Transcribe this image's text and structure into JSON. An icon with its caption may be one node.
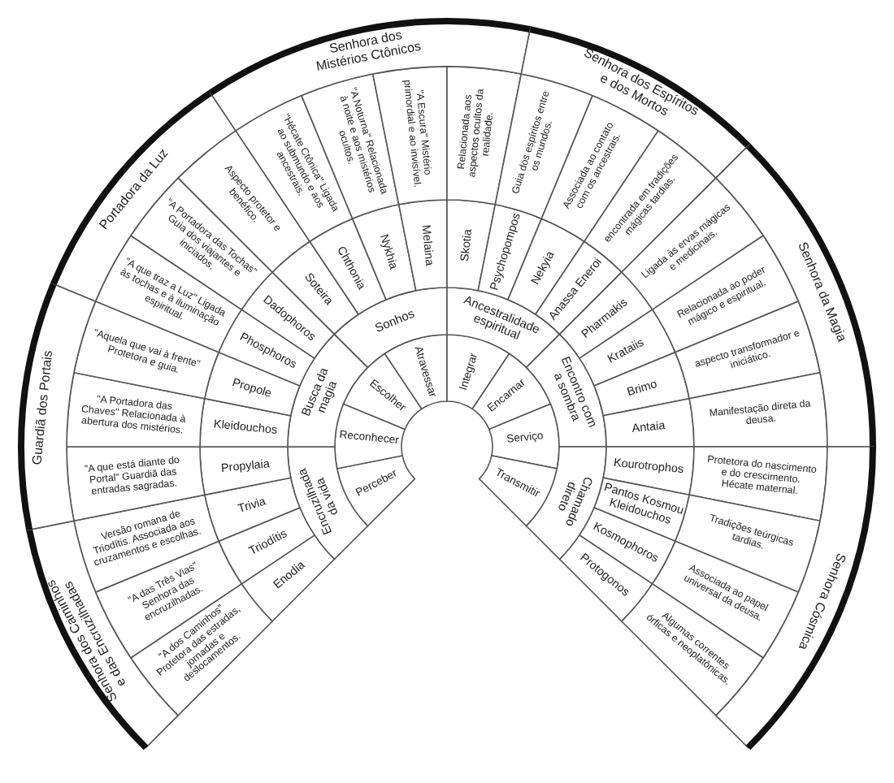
{
  "diagram": {
    "nodes": [
      {
        "text": [
          "Perceber"
        ]
      },
      {
        "text": [
          "Reconhecer"
        ]
      },
      {
        "text": [
          "Escolher"
        ]
      },
      {
        "text": [
          "Atravessar"
        ]
      },
      {
        "text": [
          "Integrar"
        ]
      },
      {
        "text": [
          "Encarnar"
        ]
      },
      {
        "text": [
          "Serviço"
        ]
      },
      {
        "text": [
          "Transmitir"
        ]
      },
      {
        "text": [
          "Encruzilhada da vida"
        ]
      },
      {
        "text": [
          "Busca da magia"
        ]
      },
      {
        "text": [
          "Sonhos"
        ]
      },
      {
        "text": [
          "Ancestralidade espiritual"
        ]
      },
      {
        "text": [
          "Encontro com a sombra"
        ]
      },
      {
        "text": [
          "Chamado direto"
        ]
      },
      {
        "text": [
          "Enodia"
        ]
      },
      {
        "text": [
          "Triodítis"
        ]
      },
      {
        "text": [
          "Trivia"
        ]
      },
      {
        "text": [
          "Propylaia"
        ]
      },
      {
        "text": [
          "Kleidouchos"
        ]
      },
      {
        "text": [
          "Propole"
        ]
      },
      {
        "text": [
          "Phosphoros"
        ]
      },
      {
        "text": [
          "Dadophoros"
        ]
      },
      {
        "text": [
          "Soteira"
        ]
      },
      {
        "text": [
          "Chthonia"
        ]
      },
      {
        "text": [
          "Nykhia"
        ]
      },
      {
        "text": [
          "Melaina"
        ]
      },
      {
        "text": [
          "Skotia"
        ]
      },
      {
        "text": [
          "Psychopompos"
        ]
      },
      {
        "text": [
          "Nekyia"
        ]
      },
      {
        "text": [
          "Anassa Eneroi"
        ]
      },
      {
        "text": [
          "Pharmakis"
        ]
      },
      {
        "text": [
          "Krataiis"
        ]
      },
      {
        "text": [
          "Brimo"
        ]
      },
      {
        "text": [
          "Antaia"
        ]
      },
      {
        "text": [
          "Kourotrophos"
        ]
      },
      {
        "text": [
          "Pantos Kosmou Kleidouchos"
        ]
      },
      {
        "text": [
          "Kosmophoros"
        ]
      },
      {
        "text": [
          "Protogonos"
        ]
      },
      {
        "text": [
          "\"A dos Caminhos\" Protetora das estradas, jornadas e deslocamentos."
        ]
      },
      {
        "text": [
          "\"A das Três Vias\" Senhora das encruzilhadas."
        ]
      },
      {
        "text": [
          "Versão romana de Triodítis. Associada aos cruzamentos e escolhas."
        ]
      },
      {
        "text": [
          "\"A que está diante do Portal\" Guardiã das entradas sagradas."
        ]
      },
      {
        "text": [
          "\"A Portadora das Chaves\" Relacionada à abertura dos mistérios."
        ]
      },
      {
        "text": [
          "\"Aquela que vai à frente\" Protetora e guia."
        ]
      },
      {
        "text": [
          "\"A que traz a Luz\" Ligada às tochas e à iluminação espiritual."
        ]
      },
      {
        "text": [
          "\"A Portadora das Tochas\" Guia dos viajantes e iniciados."
        ]
      },
      {
        "text": [
          "Aspecto protetor e benéfico."
        ]
      },
      {
        "text": [
          "\"Hécate Ctônica\" Ligada ao submundo e aos ancestrais."
        ]
      },
      {
        "text": [
          "\"A Noturna\" Relacionada à noite e aos mistérios ocultos."
        ]
      },
      {
        "text": [
          "\"A Escura\" Mistério primordial e ao invisível."
        ]
      },
      {
        "text": [
          "Relacionada aos aspectos ocultos da realidade."
        ]
      },
      {
        "text": [
          "Guia dos espíritos entre os mundos."
        ]
      },
      {
        "text": [
          "Associada ao contato com os ancestrais."
        ]
      },
      {
        "text": [
          "encontrada em tradições mágicas tardias."
        ]
      },
      {
        "text": [
          "Ligada às ervas mágicas e medicinais."
        ]
      },
      {
        "text": [
          "Relacionada ao poder mágico e espiritual."
        ]
      },
      {
        "text": [
          "aspecto transformador e iniciático."
        ]
      },
      {
        "text": [
          "Manifestação direta da deusa."
        ]
      },
      {
        "text": [
          "Protetora do nascimento e do crescimento. Hécate maternal."
        ]
      },
      {
        "text": [
          "Tradições teúrgicas tardias."
        ]
      },
      {
        "text": [
          "Associada ao papel universal da deusa."
        ]
      },
      {
        "text": [
          "Algumas correntes órficas e neoplatônicas."
        ]
      },
      {
        "text": [
          "Senhora dos Caminhos e das Encruzilhadas"
        ]
      },
      {
        "text": [
          "Guardiã dos Portais"
        ]
      },
      {
        "text": [
          "Portadora da Luz"
        ]
      },
      {
        "text": [
          "Senhora dos Mistérios Ctônicos"
        ]
      },
      {
        "text": [
          "Senhora dos Espíritos e dos Mortos"
        ]
      },
      {
        "text": [
          "Senhora da Magia"
        ]
      },
      {
        "text": [
          "Senhora Cósmica"
        ]
      }
    ]
  }
}
